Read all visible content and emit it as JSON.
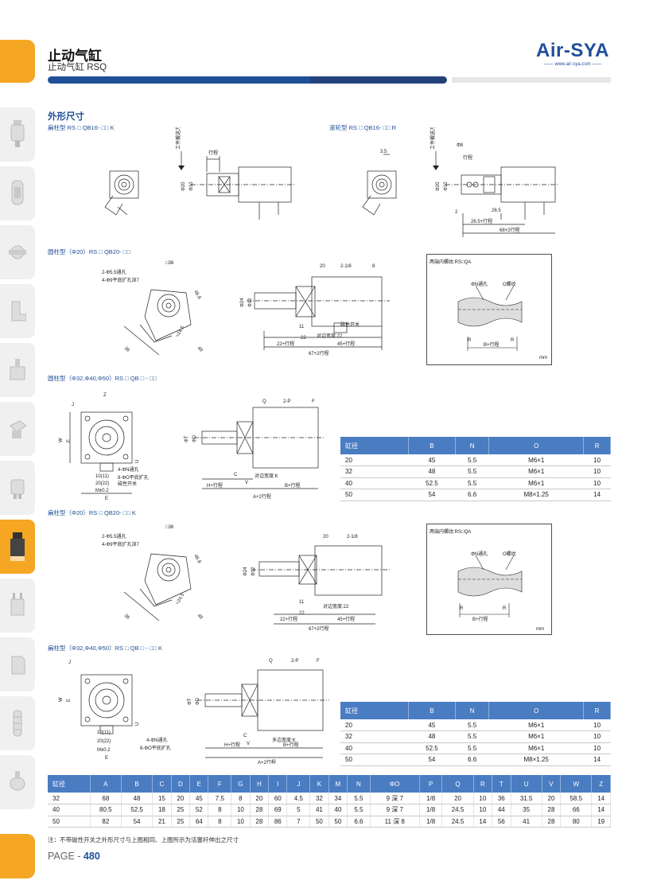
{
  "header": {
    "title": "止动气缸",
    "subtitle": "止动气缸 RSQ",
    "logo_text": "Air-SYA",
    "logo_url": "—— www.air-sya.com ——"
  },
  "section_title": "外形尺寸",
  "captions": {
    "c1": "扁柱型 RS □ QB16- □□ K",
    "c2": "滚轮型 RS □ QB16- □□ R",
    "c3": "圆柱型（Φ20）RS □ QB20- □□",
    "c4": "圆柱型（Φ32,Φ40,Φ50）RS □ QB □ - □□",
    "c5": "扁柱型（Φ20）RS □ QB20- □□ K",
    "c6": "扁柱型（Φ32,Φ40,Φ50）RS □ QB □ - □□ K"
  },
  "drawing_labels": {
    "work_dir": "工件搬送方向",
    "stroke": "行程",
    "phi20": "Φ20",
    "phi10": "Φ10",
    "d35": "3.5",
    "phi8": "Φ8",
    "d2": "2",
    "d265": "26.5",
    "d265s": "26.5+行程",
    "d68s": "68+2行程",
    "sq36": "□36",
    "hole1": "2-Φ5.5通孔",
    "hole2": "4-Φ9平底扩孔深7",
    "d468": "46.8",
    "d36": "36",
    "d245": "≈24.5",
    "d49": "49",
    "d20": "20",
    "rc": "2-1/8",
    "d8": "8",
    "phi24": "Φ24",
    "phi12": "Φ12",
    "d11": "11",
    "d22": "22",
    "mag": "磁性开关",
    "wrench": "对边宽度:22",
    "d22s": "22+行程",
    "d45s": "45+行程",
    "d67s": "67+2行程",
    "detail_title": "两端内螺纹:RS□QA",
    "phiN": "ΦN通孔",
    "thread": "O螺纹",
    "R": "R",
    "Bs": "B+行程",
    "mm": "mm",
    "Q": "Q",
    "P2": "2-P",
    "F": "F",
    "phiT": "ΦT",
    "phiD": "ΦD",
    "W": "W",
    "E": "E",
    "Z": "Z",
    "J": "J",
    "U": "U",
    "through4": "4-ΦN通孔",
    "cbore8": "8-ΦO平底扩孔",
    "magsw": "磁性开关",
    "d1011": "10(11)",
    "d2022": "20(22)",
    "M02": "M±0.2",
    "C": "C",
    "V": "V",
    "K": "对边宽度:K",
    "Hs": "H+行程",
    "As": "A+2行程",
    "Ks": "多边宽度:K"
  },
  "spec_table": {
    "headers": [
      "缸径",
      "B",
      "N",
      "O",
      "R"
    ],
    "rows": [
      [
        "20",
        "45",
        "5.5",
        "M6×1",
        "10"
      ],
      [
        "32",
        "48",
        "5.5",
        "M6×1",
        "10"
      ],
      [
        "40",
        "52.5",
        "5.5",
        "M6×1",
        "10"
      ],
      [
        "50",
        "54",
        "6.6",
        "M8×1.25",
        "14"
      ]
    ]
  },
  "main_table": {
    "headers": [
      "缸径",
      "A",
      "B",
      "C",
      "D",
      "E",
      "F",
      "G",
      "H",
      "I",
      "J",
      "K",
      "M",
      "N",
      "ΦO",
      "P",
      "Q",
      "R",
      "T",
      "U",
      "V",
      "W",
      "Z"
    ],
    "rows": [
      [
        "32",
        "68",
        "48",
        "15",
        "20",
        "45",
        "7.5",
        "8",
        "20",
        "60",
        "4.5",
        "32",
        "34",
        "5.5",
        "9 深 7",
        "1/8",
        "20",
        "10",
        "36",
        "31.5",
        "20",
        "58.5",
        "14"
      ],
      [
        "40",
        "80.5",
        "52.5",
        "18",
        "25",
        "52",
        "8",
        "10",
        "28",
        "69",
        "5",
        "41",
        "40",
        "5.5",
        "9 深 7",
        "1/8",
        "24.5",
        "10",
        "44",
        "35",
        "28",
        "66",
        "14"
      ],
      [
        "50",
        "82",
        "54",
        "21",
        "25",
        "64",
        "8",
        "10",
        "28",
        "86",
        "7",
        "50",
        "50",
        "6.6",
        "11 深 8",
        "1/8",
        "24.5",
        "14",
        "56",
        "41",
        "28",
        "80",
        "19"
      ]
    ]
  },
  "note": "注：不带磁性开关之外形尺寸与上图相同、上图所示为活塞杆伸出之尺寸",
  "page": {
    "prefix": "PAGE - ",
    "number": "480"
  },
  "colors": {
    "accent_blue": "#1f4f97",
    "table_header": "#4a7cc2",
    "tab_orange": "#f5a623"
  }
}
